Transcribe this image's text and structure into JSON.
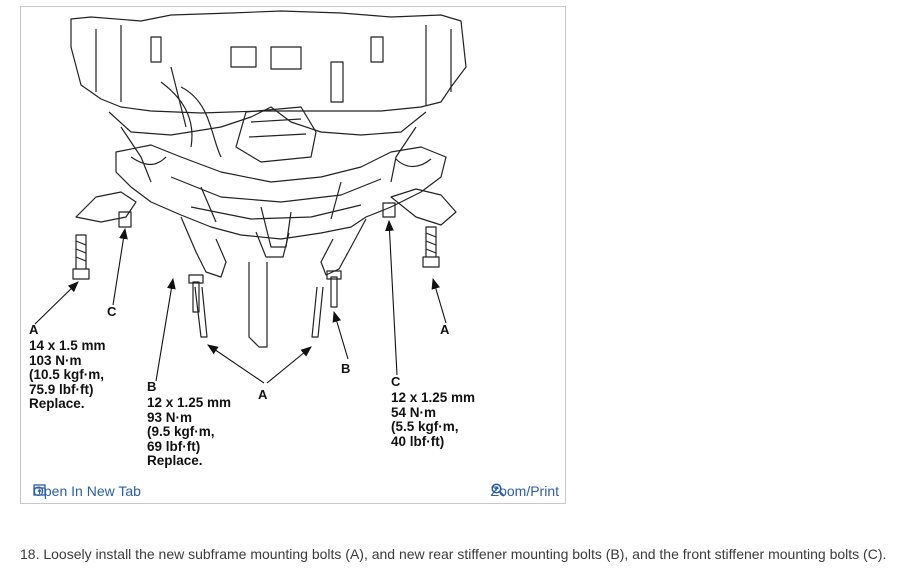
{
  "diagram": {
    "labels": {
      "a_left": "A",
      "a_left_spec": "14 x 1.5 mm\n103 N·m\n(10.5 kgf·m,\n75.9 lbf·ft)\nReplace.",
      "c_left": "C",
      "b_left": "B",
      "b_spec": "12 x 1.25 mm\n93 N·m\n(9.5 kgf·m,\n69 lbf·ft)\nReplace.",
      "a_center": "A",
      "b_right": "B",
      "c_right": "C",
      "c_spec": "12 x 1.25 mm\n54 N·m\n(5.5 kgf·m,\n40 lbf·ft)",
      "a_right": "A"
    }
  },
  "footer": {
    "open_tab_label": "Open In New Tab",
    "zoom_label": "Zoom/Print"
  },
  "colors": {
    "link": "#2a5db0",
    "border": "#c9c9c9",
    "ink": "#111111"
  },
  "step": {
    "text": "18. Loosely install the new subframe mounting bolts (A), and new rear stiffener mounting bolts (B), and the front stiffener mounting bolts (C)."
  }
}
